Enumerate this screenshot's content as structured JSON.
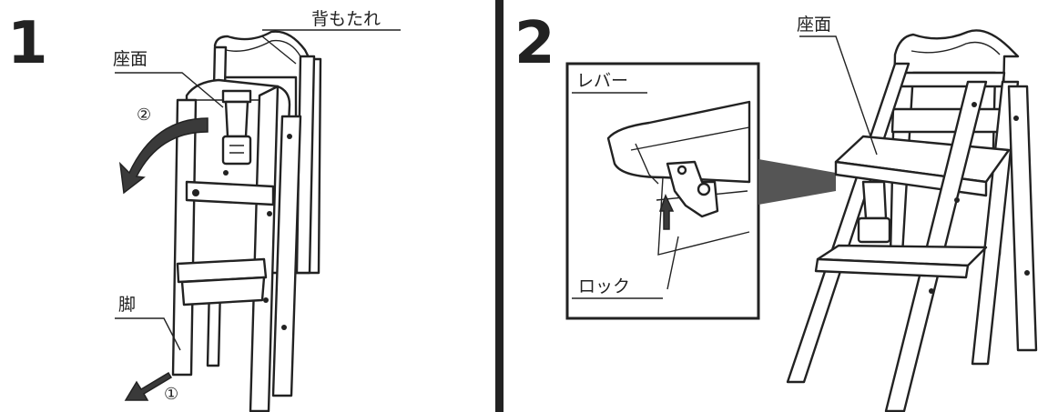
{
  "step1": {
    "number": "1",
    "labels": {
      "backrest": "背もたれ",
      "seat": "座面",
      "leg": "脚",
      "circle_1": "①",
      "circle_2": "②"
    }
  },
  "step2": {
    "number": "2",
    "labels": {
      "seat": "座面",
      "lever": "レバー",
      "lock": "ロック"
    }
  },
  "colors": {
    "line": "#222222",
    "background": "#ffffff",
    "divider": "#222222"
  }
}
